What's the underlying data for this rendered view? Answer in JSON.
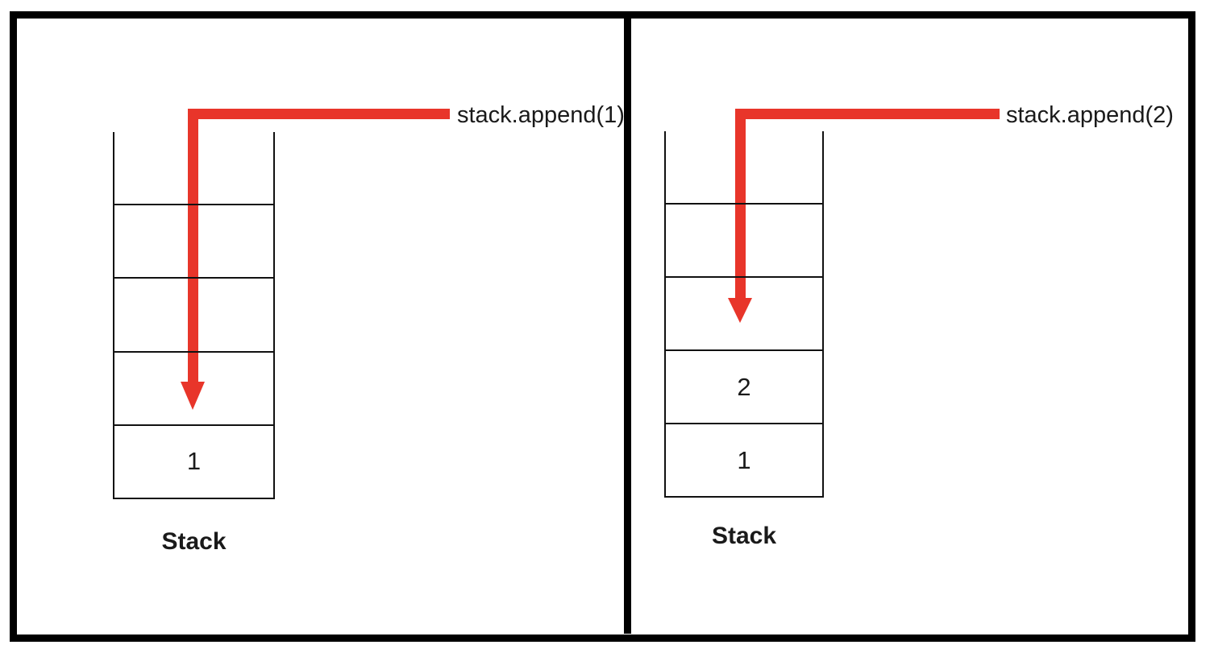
{
  "theme": {
    "bg": "#ffffff",
    "frame": "#000000",
    "line": "#111111",
    "red": "#e8352a",
    "text": "#1a1a1a"
  },
  "panels": [
    {
      "code_label": "stack.append(1)",
      "stack_label": "Stack",
      "cells": [
        "",
        "",
        "",
        "",
        "1"
      ]
    },
    {
      "code_label": "stack.append(2)",
      "stack_label": "Stack",
      "cells": [
        "",
        "",
        "",
        "2",
        "1"
      ]
    }
  ]
}
